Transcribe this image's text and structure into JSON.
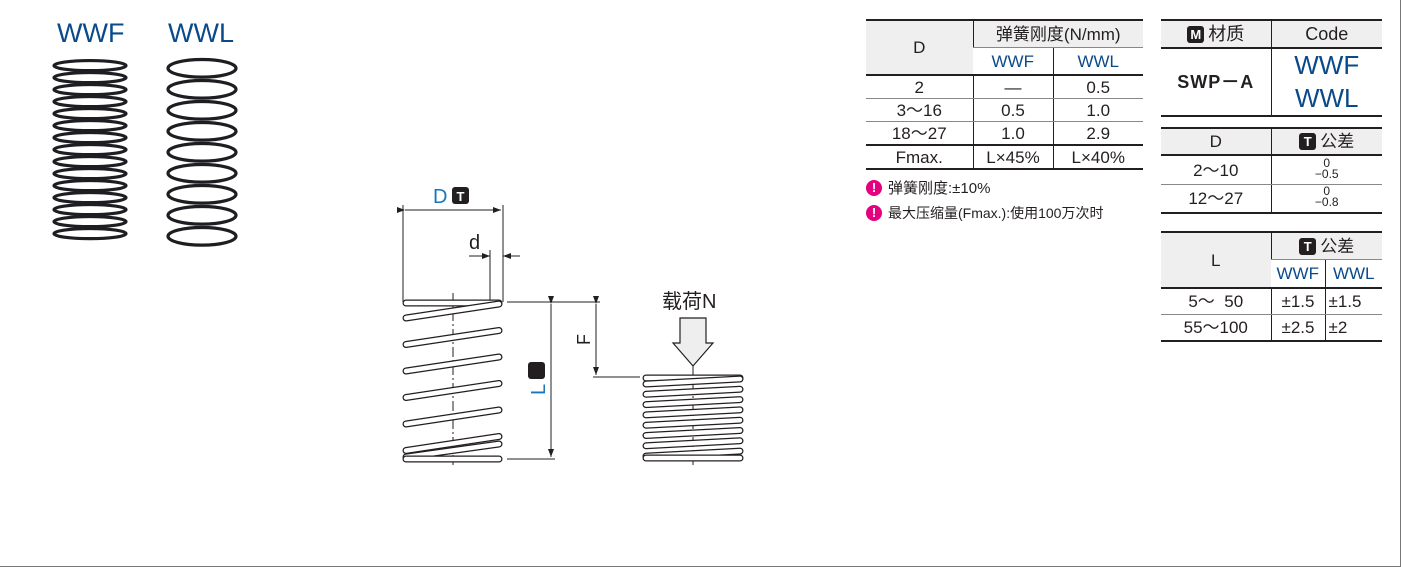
{
  "products": {
    "wwf_label": "WWF",
    "wwl_label": "WWL"
  },
  "diagram": {
    "d_outer": "D",
    "d_wire": "d",
    "length": "L",
    "deflection": "F",
    "load": "载荷N",
    "tolerance_badge": "T"
  },
  "stiffness_table": {
    "col_d": "D",
    "col_stiffness": "弹簧刚度(N/mm)",
    "col_wwf": "WWF",
    "col_wwl": "WWL",
    "rows": [
      {
        "d": "2",
        "wwf": "—",
        "wwl": "0.5"
      },
      {
        "d": "3～16",
        "wwf": "0.5",
        "wwl": "1.0"
      },
      {
        "d": "18～27",
        "wwf": "1.0",
        "wwl": "2.9"
      },
      {
        "d": "Fmax.",
        "wwf": "L×45%",
        "wwl": "L×40%"
      }
    ]
  },
  "notes": [
    "弹簧刚度:±10%",
    "最大压缩量(Fmax.):使用100万次时"
  ],
  "material_table": {
    "badge": "M",
    "col_material": "材质",
    "col_code": "Code",
    "material": "SWP－A",
    "codes": [
      "WWF",
      "WWL"
    ]
  },
  "d_tolerance_table": {
    "col_d": "D",
    "badge": "T",
    "col_tol": "公差",
    "rows": [
      {
        "d": "2～10",
        "upper": "0",
        "lower": "−0.5"
      },
      {
        "d": "12～27",
        "upper": "0",
        "lower": "−0.8"
      }
    ]
  },
  "l_tolerance_table": {
    "col_l": "L",
    "badge": "T",
    "col_tol": "公差",
    "col_wwf": "WWF",
    "col_wwl": "WWL",
    "rows": [
      {
        "l": "5～  50",
        "wwf": "±1.5",
        "wwl": "±1.5"
      },
      {
        "l": "55～100",
        "wwf": "±2.5",
        "wwl": "±2"
      }
    ]
  },
  "colors": {
    "accent_blue": "#0a4a8a",
    "dim_blue": "#1a75bc",
    "warning": "#e4007f",
    "header_bg": "#efefef"
  }
}
